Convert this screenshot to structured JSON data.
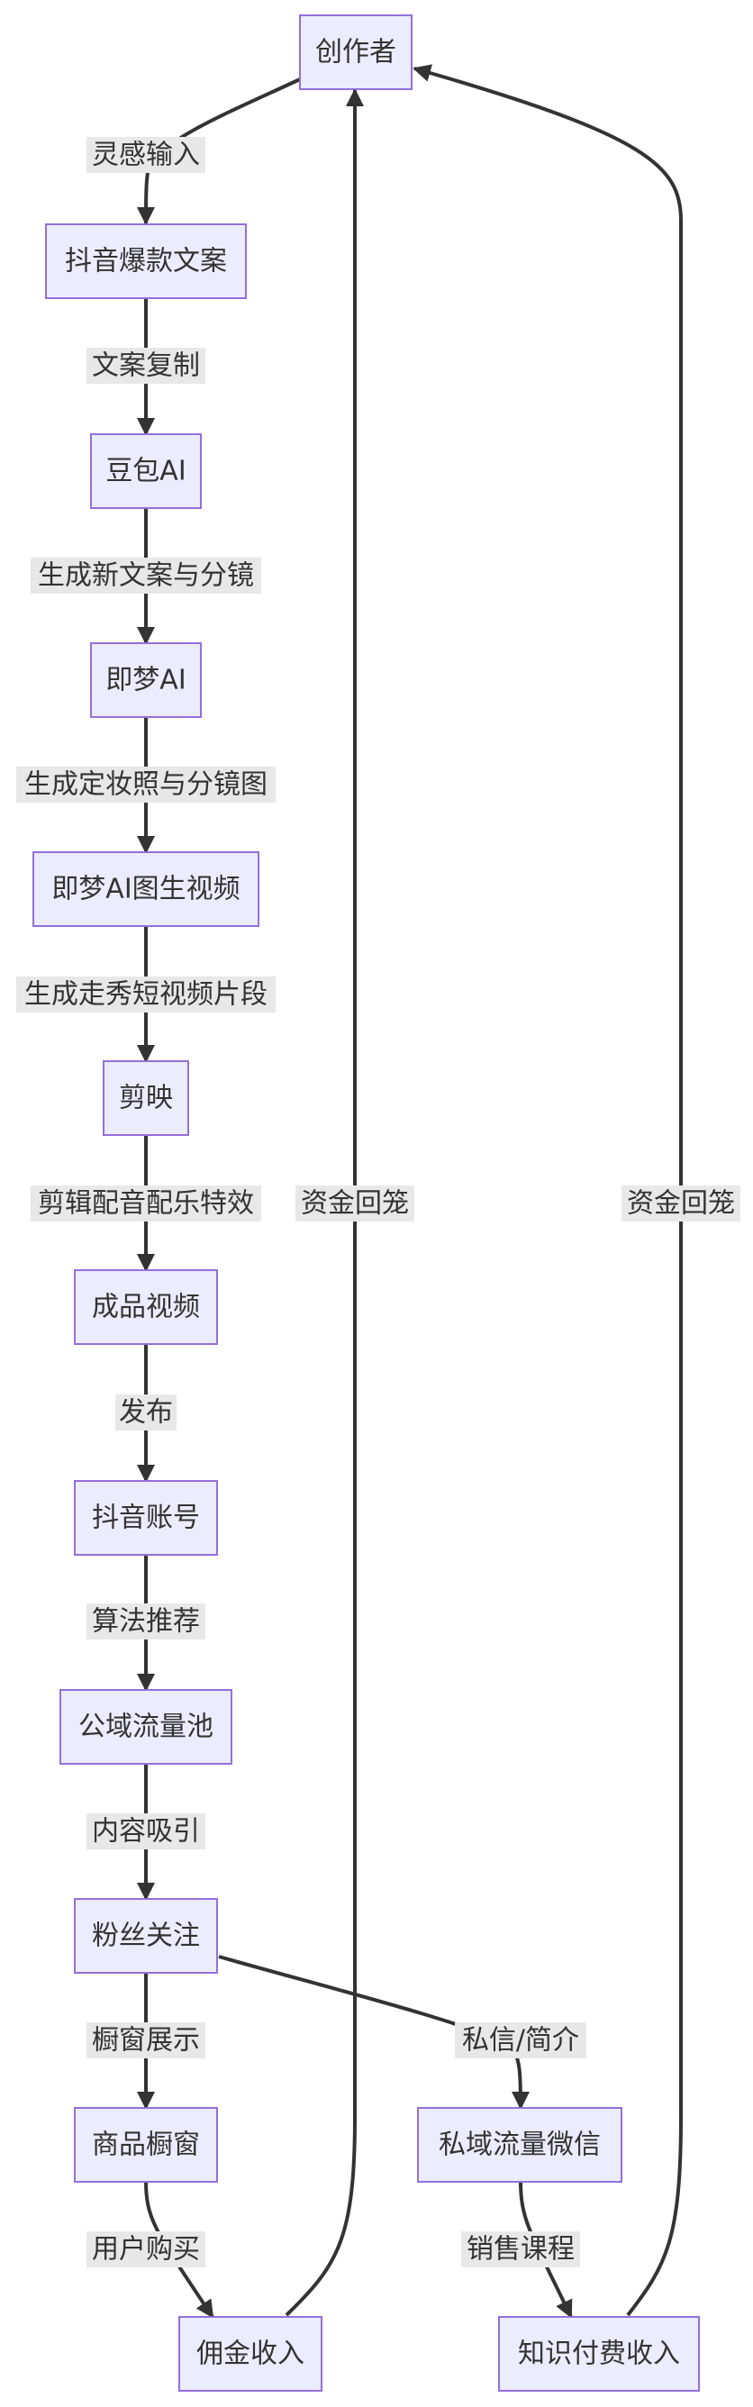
{
  "nodes": {
    "creator": "创作者",
    "douyin_copy": "抖音爆款文案",
    "doubao": "豆包AI",
    "jimeng": "即梦AI",
    "jimeng_video": "即梦AI图生视频",
    "jianying": "剪映",
    "final_video": "成品视频",
    "douyin_account": "抖音账号",
    "public_pool": "公域流量池",
    "fans": "粉丝关注",
    "showcase": "商品橱窗",
    "private_wechat": "私域流量微信",
    "commission": "佣金收入",
    "knowledge_income": "知识付费收入"
  },
  "edge_labels": {
    "inspiration": "灵感输入",
    "copy_paste": "文案复制",
    "gen_copy": "生成新文案与分镜",
    "gen_images": "生成定妆照与分镜图",
    "gen_clips": "生成走秀短视频片段",
    "edit": "剪辑配音配乐特效",
    "publish": "发布",
    "algorithm": "算法推荐",
    "attract": "内容吸引",
    "display": "橱窗展示",
    "dm_bio": "私信/简介",
    "purchase": "用户购买",
    "sell_course": "销售课程",
    "return_left": "资金回笼",
    "return_right": "资金回笼"
  }
}
